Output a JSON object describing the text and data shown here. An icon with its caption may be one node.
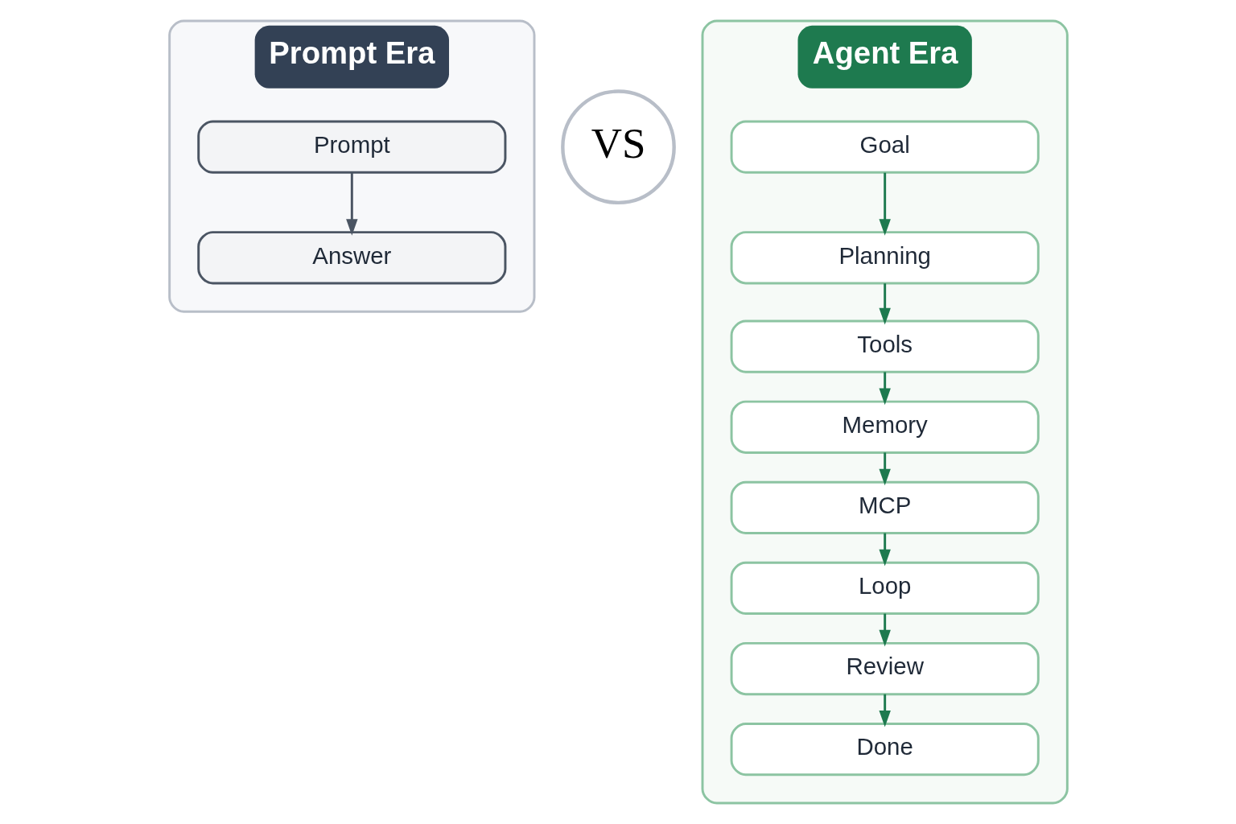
{
  "diagram": {
    "nodes": [
      {
        "text": [
          "Prompt Era"
        ]
      },
      {
        "text": [
          "Prompt"
        ],
        "in": 0
      },
      {
        "text": [
          "Answer"
        ],
        "in": 0
      },
      {
        "text": [
          "VS"
        ]
      },
      {
        "text": [
          "Agent Era"
        ]
      },
      {
        "text": [
          "Goal"
        ],
        "in": 4
      },
      {
        "text": [
          "Planning"
        ],
        "in": 4
      },
      {
        "text": [
          "Tools"
        ],
        "in": 4
      },
      {
        "text": [
          "Memory"
        ],
        "in": 4
      },
      {
        "text": [
          "MCP"
        ],
        "in": 4
      },
      {
        "text": [
          "Loop"
        ],
        "in": 4
      },
      {
        "text": [
          "Review"
        ],
        "in": 4
      },
      {
        "text": [
          "Done"
        ],
        "in": 4
      }
    ],
    "edges": [
      {
        "from": 1,
        "to": 2,
        "arrow": "to"
      },
      {
        "from": 5,
        "to": 6,
        "arrow": "to",
        "color": "#1e7a4f"
      },
      {
        "from": 6,
        "to": 7,
        "arrow": "to",
        "color": "#1e7a4f"
      },
      {
        "from": 7,
        "to": 8,
        "arrow": "to",
        "color": "#1e7a4f"
      },
      {
        "from": 8,
        "to": 9,
        "arrow": "to",
        "color": "#1e7a4f"
      },
      {
        "from": 9,
        "to": 10,
        "arrow": "to",
        "color": "#1e7a4f"
      },
      {
        "from": 10,
        "to": 11,
        "arrow": "to",
        "color": "#1e7a4f"
      },
      {
        "from": 11,
        "to": 12,
        "arrow": "to",
        "color": "#1e7a4f"
      }
    ]
  }
}
